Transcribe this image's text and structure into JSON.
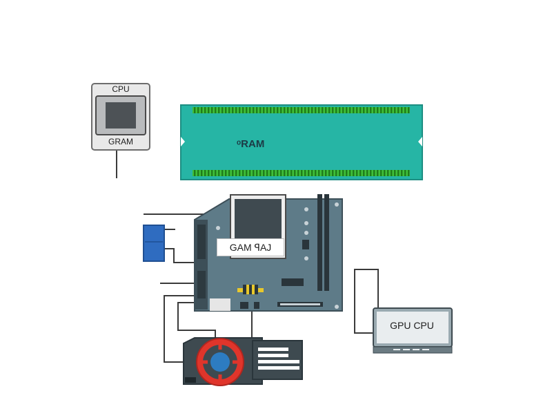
{
  "diagram": {
    "cpu_module": {
      "top_label": "CPU",
      "bottom_label": "GRAM"
    },
    "ram_stick": {
      "label": "ᵒRAM"
    },
    "motherboard": {
      "chip_label": "GAM ꟼAJ"
    },
    "monitor": {
      "label": "GPU CPU"
    }
  },
  "colors": {
    "ram_green": "#26b5a5",
    "ram_contacts": "#3fbf3a",
    "board": "#5e7b88",
    "board_dark": "#3d4f58",
    "gpu_fan_ring": "#e0352b",
    "gpu_fan_hub": "#2d7cc1",
    "blue_module": "#2f6cc0",
    "wire": "#3a3a3a"
  }
}
